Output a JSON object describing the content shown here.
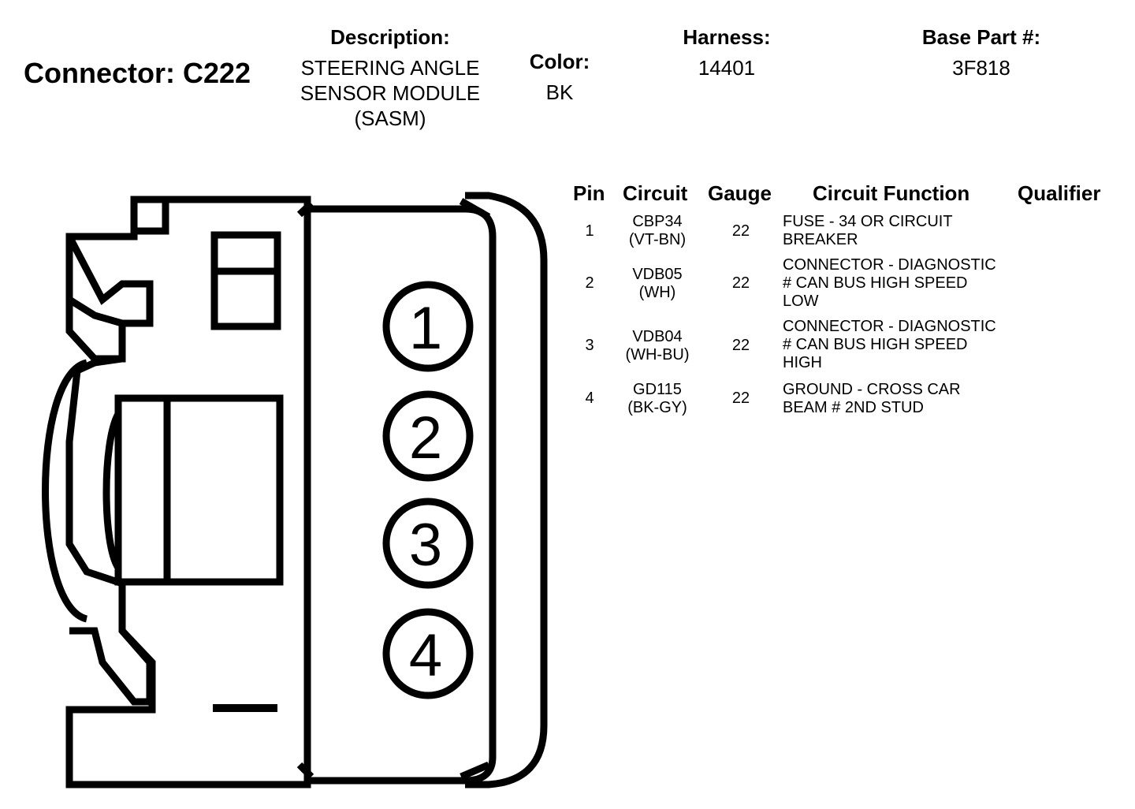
{
  "connector": {
    "title": "Connector: C222",
    "description_label": "Description:",
    "description_lines": [
      "STEERING ANGLE",
      "SENSOR MODULE",
      "(SASM)"
    ],
    "color_label": "Color:",
    "color_value": "BK",
    "harness_label": "Harness:",
    "harness_value": "14401",
    "base_part_label": "Base Part #:",
    "base_part_value": "3F818"
  },
  "table": {
    "headers": [
      "Pin",
      "Circuit",
      "Gauge",
      "Circuit Function",
      "Qualifier"
    ],
    "rows": [
      {
        "pin": "1",
        "circuit": [
          "CBP34",
          "(VT-BN)"
        ],
        "gauge": "22",
        "function": [
          "FUSE - 34 OR CIRCUIT",
          "BREAKER"
        ],
        "qualifier": ""
      },
      {
        "pin": "2",
        "circuit": [
          "VDB05",
          "(WH)"
        ],
        "gauge": "22",
        "function": [
          "CONNECTOR - DIAGNOSTIC",
          "# CAN BUS HIGH SPEED",
          "LOW"
        ],
        "qualifier": ""
      },
      {
        "pin": "3",
        "circuit": [
          "VDB04",
          "(WH-BU)"
        ],
        "gauge": "22",
        "function": [
          "CONNECTOR - DIAGNOSTIC",
          "# CAN BUS HIGH SPEED",
          "HIGH"
        ],
        "qualifier": ""
      },
      {
        "pin": "4",
        "circuit": [
          "GD115",
          "(BK-GY)"
        ],
        "gauge": "22",
        "function": [
          "GROUND - CROSS CAR",
          "BEAM # 2ND STUD"
        ],
        "qualifier": ""
      }
    ]
  },
  "diagram": {
    "pin_labels": [
      "1",
      "2",
      "3",
      "4"
    ]
  }
}
